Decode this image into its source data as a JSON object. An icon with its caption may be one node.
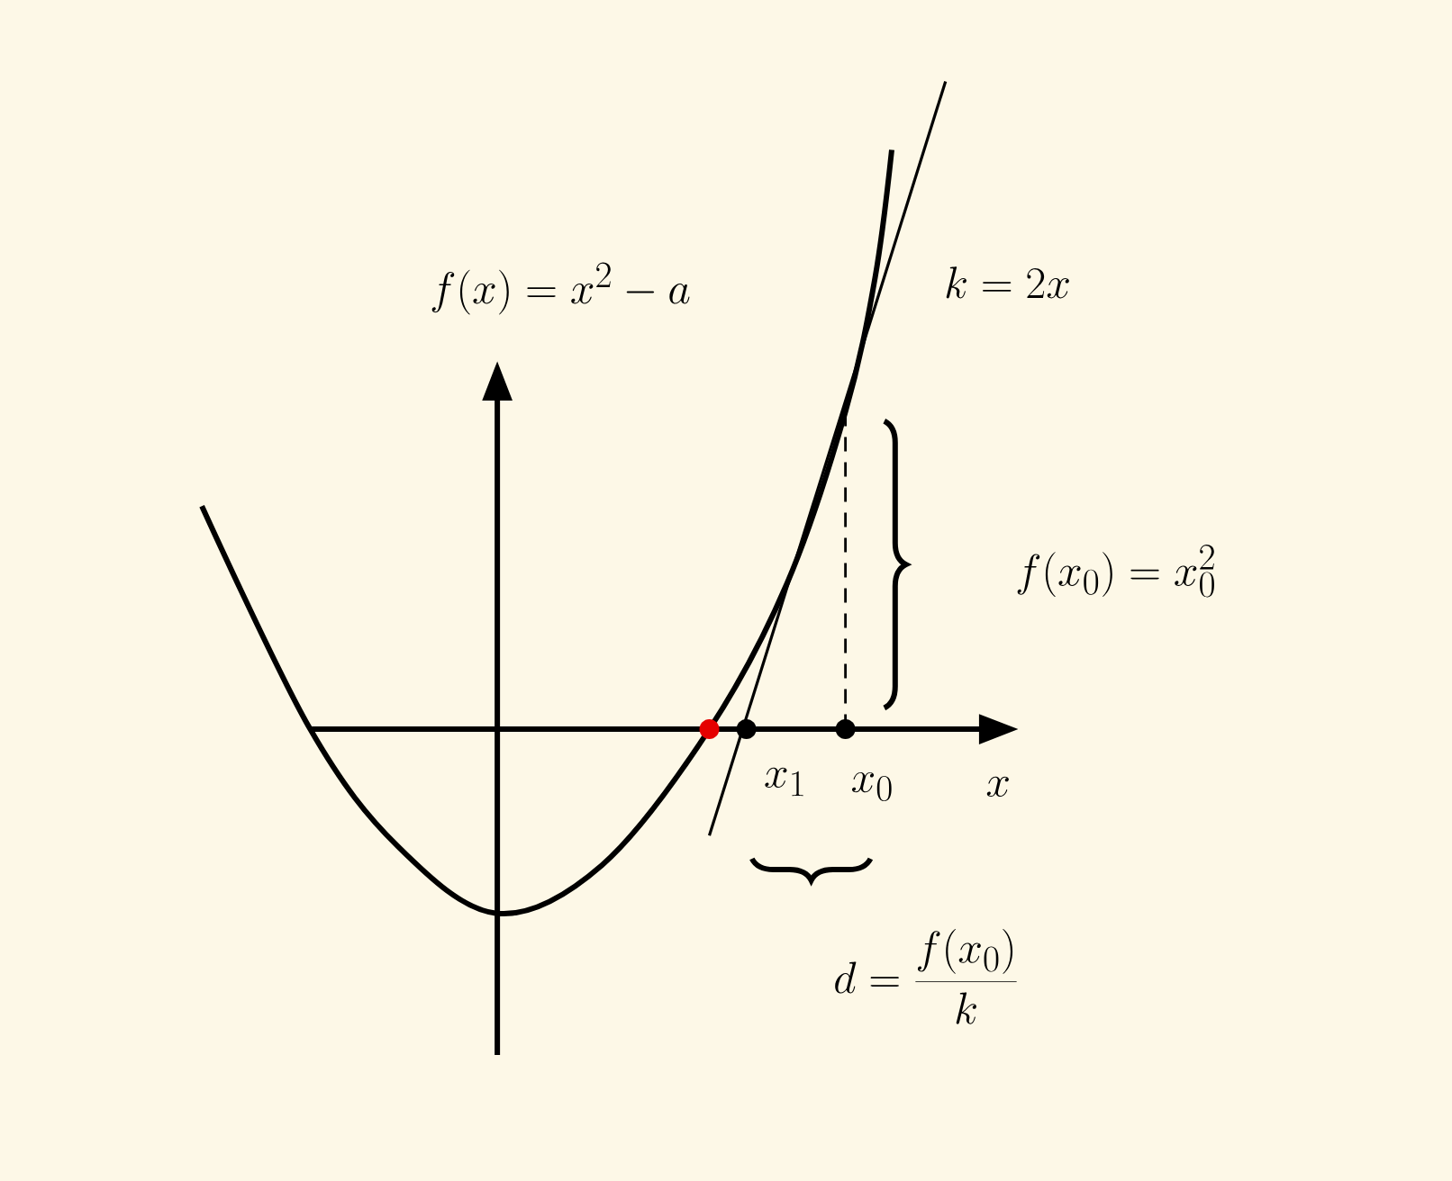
{
  "diagram": {
    "labels": [
      "f(x) = x^{2} - a",
      "k = 2x",
      "f(x_{0}) = x_{0}^{2}",
      "x_{1}",
      "x_{0}",
      "x",
      "d = \\frac{f(x_{0})}{k}"
    ]
  }
}
